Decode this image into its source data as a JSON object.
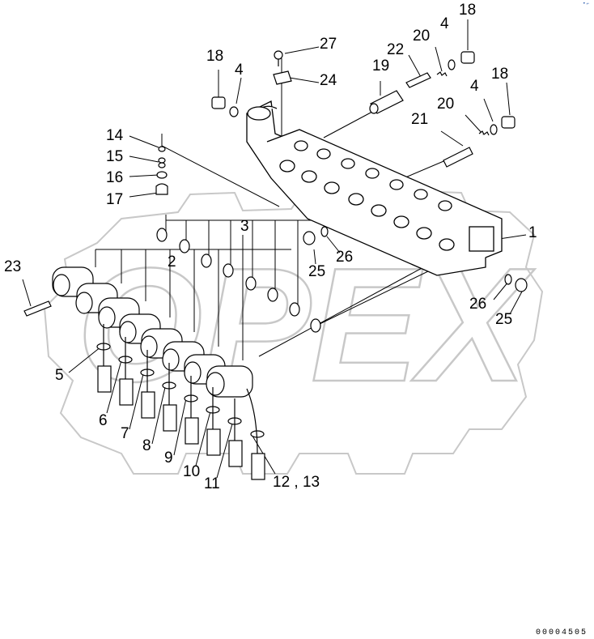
{
  "diagram": {
    "watermark": "OPEX",
    "corner_mark": "• ⌐",
    "reference_number": "00004505",
    "callouts": {
      "c1": "1",
      "c2": "2",
      "c3": "3",
      "c4a": "4",
      "c4b": "4",
      "c4c": "4",
      "c5": "5",
      "c6": "6",
      "c7": "7",
      "c8": "8",
      "c9": "9",
      "c10": "10",
      "c11": "11",
      "c12_13": "12 , 13",
      "c14": "14",
      "c15": "15",
      "c16": "16",
      "c17": "17",
      "c18a": "18",
      "c18b": "18",
      "c18c": "18",
      "c19": "19",
      "c20a": "20",
      "c20b": "20",
      "c21": "21",
      "c22": "22",
      "c23": "23",
      "c24": "24",
      "c25a": "25",
      "c25b": "25",
      "c26a": "26",
      "c26b": "26",
      "c27": "27"
    }
  }
}
